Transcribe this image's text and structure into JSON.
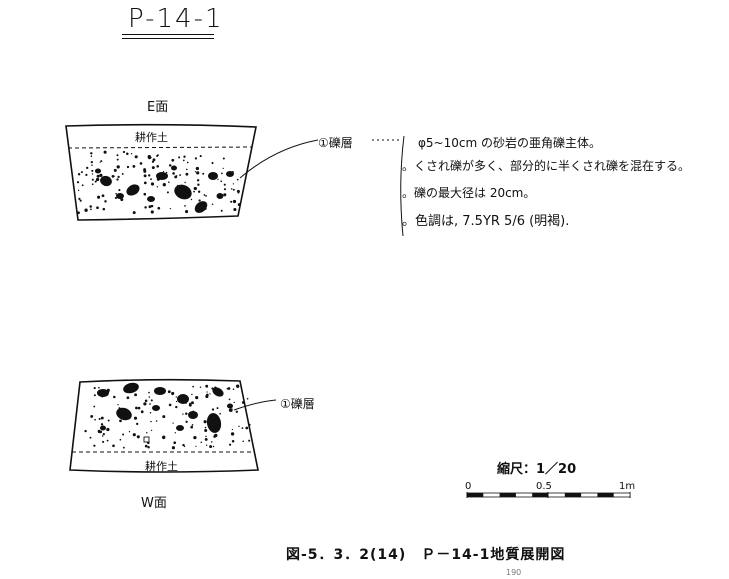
{
  "figure": {
    "title": "P-14-1",
    "caption": "図-5．3．2(14)　Ｐ－14-1地質展開図",
    "page_number": "190"
  },
  "east_face": {
    "face_label": "E面",
    "soil_label": "耕作土",
    "layer_label": "①礫層"
  },
  "west_face": {
    "face_label": "W面",
    "soil_label": "耕作土",
    "layer_label": "①礫層"
  },
  "layer_notes": [
    "φ5~10cm の砂岩の亜角礫主体。",
    "。くされ礫が多く、部分的に半くされ礫を混在する。",
    "。礫の最大径は 20cm。",
    "。色調は, 7.5YR 5/6 (明褐)."
  ],
  "scale_bar": {
    "ratio_text": "縮尺：1／20",
    "ticks": [
      "0",
      "0.5",
      "1m"
    ]
  }
}
